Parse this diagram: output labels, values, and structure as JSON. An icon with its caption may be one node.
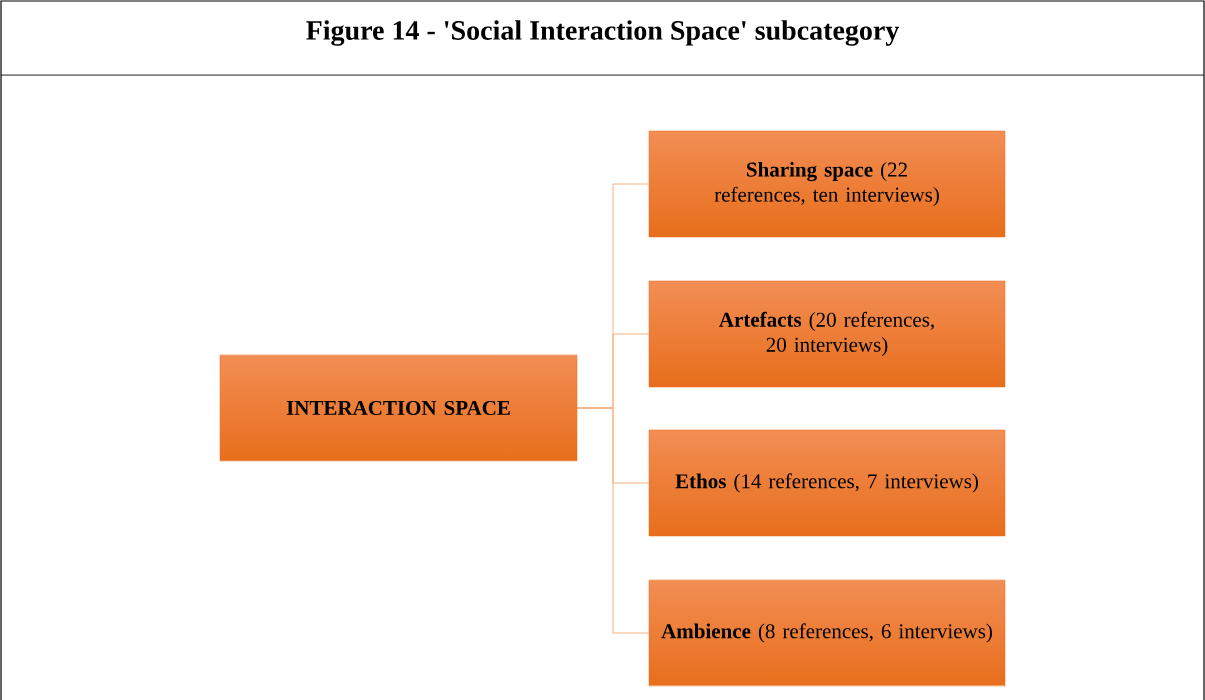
{
  "diagram": {
    "title": "Figure 14 - 'Social Interaction Space' subcategory",
    "nodes": [
      {
        "text": [
          "INTERACTION SPACE"
        ]
      },
      {
        "text": [
          "**Sharing space** (22 references, ten interviews)"
        ]
      },
      {
        "text": [
          "**Artefacts** (20 references, 20 interviews)"
        ]
      },
      {
        "text": [
          "**Ethos** (14 references, 7 interviews)"
        ]
      },
      {
        "text": [
          "**Ambience** (8 references, 6 interviews)"
        ]
      }
    ],
    "edges": [
      {
        "from": 0,
        "to": 1,
        "arrow": "none"
      },
      {
        "from": 0,
        "to": 2,
        "arrow": "none"
      },
      {
        "from": 0,
        "to": 3,
        "arrow": "none"
      },
      {
        "from": 0,
        "to": 4,
        "arrow": "none"
      }
    ]
  }
}
